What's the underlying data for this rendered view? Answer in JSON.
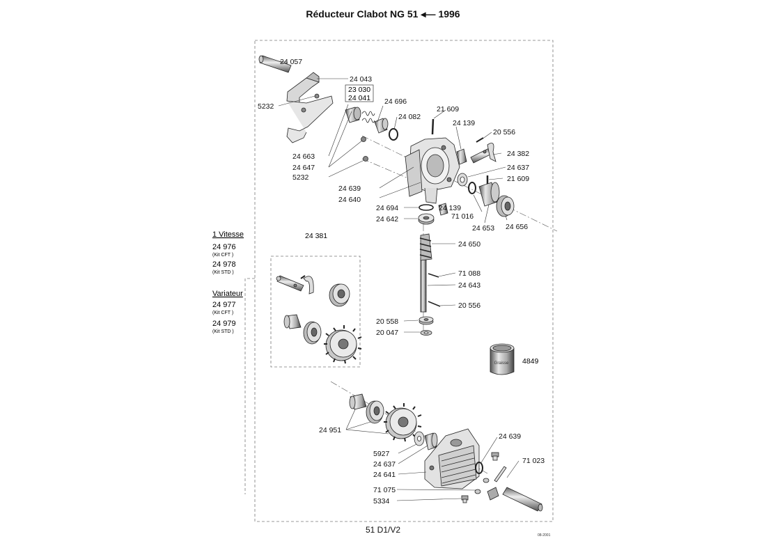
{
  "title": {
    "text": "Réducteur Clabot NG 51",
    "year": "1996"
  },
  "footer": {
    "code": "51 D1/V2",
    "date": "08-2001"
  },
  "side": {
    "vitesse": {
      "title": "1 Vitesse",
      "kits": [
        {
          "ref": "24 976",
          "note": "(Kit CFT )"
        },
        {
          "ref": "24 978",
          "note": "(Kit STD )"
        }
      ]
    },
    "variateur": {
      "title": "Variateur",
      "kits": [
        {
          "ref": "24 977",
          "note": "(Kit CFT )"
        },
        {
          "ref": "24 979",
          "note": "(Kit STD )"
        }
      ]
    }
  },
  "boxes": {
    "top_pair": [
      "23 030",
      "24 041"
    ],
    "kit_box_label": "24 381"
  },
  "grease": {
    "text": "Graisse",
    "ref": "4849"
  },
  "callouts": [
    {
      "id": "c1",
      "t": "24 057"
    },
    {
      "id": "c2",
      "t": "24 043"
    },
    {
      "id": "c3",
      "t": "5232"
    },
    {
      "id": "c4",
      "t": "24 696"
    },
    {
      "id": "c5",
      "t": "24 082"
    },
    {
      "id": "c6",
      "t": "21 609"
    },
    {
      "id": "c7",
      "t": "24 139"
    },
    {
      "id": "c8",
      "t": "20 556"
    },
    {
      "id": "c9",
      "t": "24 382"
    },
    {
      "id": "c10",
      "t": "24 637"
    },
    {
      "id": "c11",
      "t": "21 609"
    },
    {
      "id": "c12",
      "t": "24 663"
    },
    {
      "id": "c13",
      "t": "24 647"
    },
    {
      "id": "c14",
      "t": "5232"
    },
    {
      "id": "c15",
      "t": "24 639"
    },
    {
      "id": "c16",
      "t": "24 640"
    },
    {
      "id": "c17",
      "t": "24 694"
    },
    {
      "id": "c18",
      "t": "24 139"
    },
    {
      "id": "c19",
      "t": "24 642"
    },
    {
      "id": "c20",
      "t": "71 016"
    },
    {
      "id": "c21",
      "t": "24 653"
    },
    {
      "id": "c22",
      "t": "24 656"
    },
    {
      "id": "c23",
      "t": "24 650"
    },
    {
      "id": "c24",
      "t": "71 088"
    },
    {
      "id": "c25",
      "t": "24 643"
    },
    {
      "id": "c26",
      "t": "20 556"
    },
    {
      "id": "c27",
      "t": "20 558"
    },
    {
      "id": "c28",
      "t": "20 047"
    },
    {
      "id": "c29",
      "t": "24 951"
    },
    {
      "id": "c30",
      "t": "5927"
    },
    {
      "id": "c31",
      "t": "24 637"
    },
    {
      "id": "c32",
      "t": "24 641"
    },
    {
      "id": "c33",
      "t": "24 639"
    },
    {
      "id": "c34",
      "t": "71 023"
    },
    {
      "id": "c35",
      "t": "71 075"
    },
    {
      "id": "c36",
      "t": "5334"
    }
  ]
}
